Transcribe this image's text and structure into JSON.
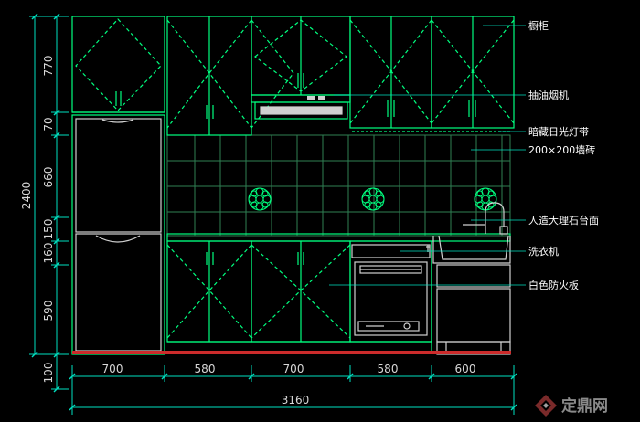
{
  "drawing": {
    "callouts": [
      "橱柜",
      "抽油烟机",
      "暗藏日光灯带",
      "200×200墙砖",
      "人造大理石台面",
      "洗衣机",
      "白色防火板"
    ],
    "height_dims": [
      "770",
      "70",
      "660",
      "150",
      "160",
      "590",
      "100"
    ],
    "total_height": "2400",
    "width_dims": [
      "700",
      "580",
      "700",
      "580",
      "600"
    ],
    "total_width": "3160"
  },
  "watermark": {
    "text": "定鼎网"
  },
  "colors": {
    "cabinet": "#00ff7f",
    "tile": "#2f7f52",
    "dimension": "#00e0c0",
    "callout": "#dddddd",
    "floor": "#cc2b2b",
    "background": "#000000"
  }
}
